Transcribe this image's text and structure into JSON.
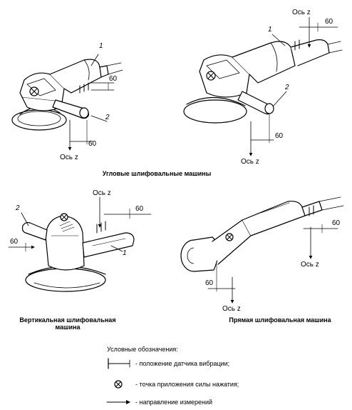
{
  "captions": {
    "angle_grinders": "Угловые шлифовальные машины",
    "vertical_grinder": "Вертикальная шлифовальная машина",
    "straight_grinder": "Прямая шлифовальная машина"
  },
  "labels": {
    "axis_z": "Ось z",
    "dim_60": "60",
    "part_1": "1",
    "part_2": "2"
  },
  "legend": {
    "title": "Условные обозначения:",
    "sensor_position": "- положение датчика вибрации;",
    "force_point": "- точка приложения силы нажатия;",
    "measurement_direction": "- направление измерений"
  }
}
